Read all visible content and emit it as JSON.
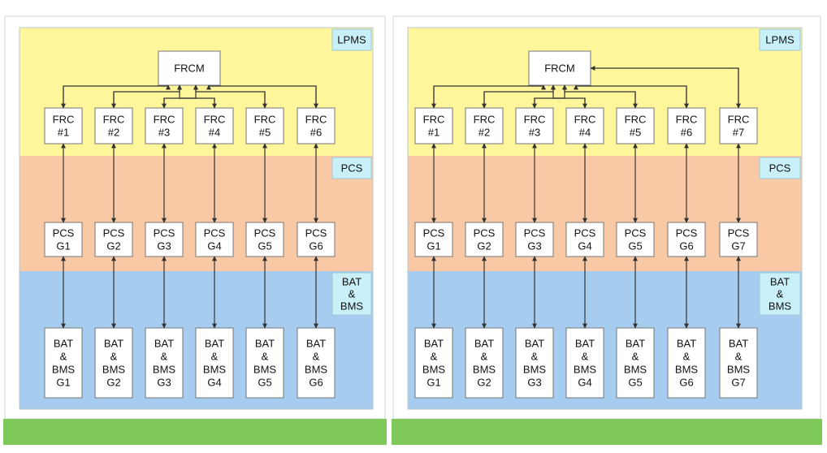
{
  "colors": {
    "lpms_band": "#fff59a",
    "pcs_band": "#f8c9a4",
    "bat_band": "#a6cdef",
    "tag_fill": "#c9f0f8",
    "tag_border": "#9fc9d6",
    "footer": "#7ec95a",
    "panel_border": "#b9c6cf",
    "frame_border": "#d0d7db",
    "box_fill": "#ffffff",
    "box_border": "#777777",
    "line": "#333333"
  },
  "panels": [
    {
      "lpms_label": "LPMS",
      "pcs_label": "PCS",
      "bat_label": [
        "BAT",
        "&",
        "BMS"
      ],
      "frcm_label": "FRCM",
      "frc": [
        [
          "FRC",
          "#1"
        ],
        [
          "FRC",
          "#2"
        ],
        [
          "FRC",
          "#3"
        ],
        [
          "FRC",
          "#4"
        ],
        [
          "FRC",
          "#5"
        ],
        [
          "FRC",
          "#6"
        ]
      ],
      "pcs": [
        [
          "PCS",
          "G1"
        ],
        [
          "PCS",
          "G2"
        ],
        [
          "PCS",
          "G3"
        ],
        [
          "PCS",
          "G4"
        ],
        [
          "PCS",
          "G5"
        ],
        [
          "PCS",
          "G6"
        ]
      ],
      "bat": [
        [
          "BAT",
          "&",
          "BMS",
          "G1"
        ],
        [
          "BAT",
          "&",
          "BMS",
          "G2"
        ],
        [
          "BAT",
          "&",
          "BMS",
          "G3"
        ],
        [
          "BAT",
          "&",
          "BMS",
          "G4"
        ],
        [
          "BAT",
          "&",
          "BMS",
          "G5"
        ],
        [
          "BAT",
          "&",
          "BMS",
          "G6"
        ]
      ]
    },
    {
      "lpms_label": "LPMS",
      "pcs_label": "PCS",
      "bat_label": [
        "BAT",
        "&",
        "BMS"
      ],
      "frcm_label": "FRCM",
      "frc": [
        [
          "FRC",
          "#1"
        ],
        [
          "FRC",
          "#2"
        ],
        [
          "FRC",
          "#3"
        ],
        [
          "FRC",
          "#4"
        ],
        [
          "FRC",
          "#5"
        ],
        [
          "FRC",
          "#6"
        ],
        [
          "FRC",
          "#7"
        ]
      ],
      "pcs": [
        [
          "PCS",
          "G1"
        ],
        [
          "PCS",
          "G2"
        ],
        [
          "PCS",
          "G3"
        ],
        [
          "PCS",
          "G4"
        ],
        [
          "PCS",
          "G5"
        ],
        [
          "PCS",
          "G6"
        ],
        [
          "PCS",
          "G7"
        ]
      ],
      "bat": [
        [
          "BAT",
          "&",
          "BMS",
          "G1"
        ],
        [
          "BAT",
          "&",
          "BMS",
          "G2"
        ],
        [
          "BAT",
          "&",
          "BMS",
          "G3"
        ],
        [
          "BAT",
          "&",
          "BMS",
          "G4"
        ],
        [
          "BAT",
          "&",
          "BMS",
          "G5"
        ],
        [
          "BAT",
          "&",
          "BMS",
          "G6"
        ],
        [
          "BAT",
          "&",
          "BMS",
          "G7"
        ]
      ]
    }
  ]
}
